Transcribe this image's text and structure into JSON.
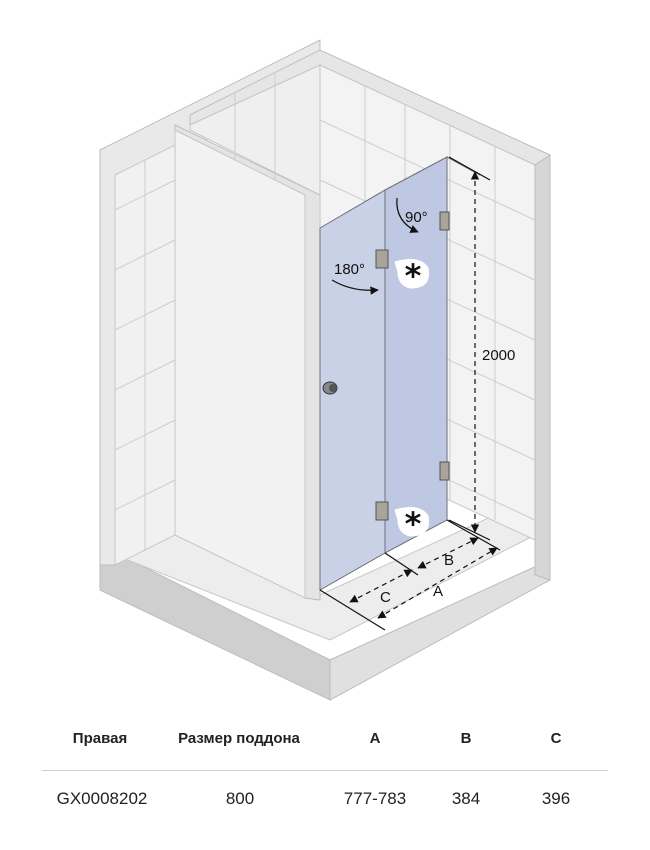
{
  "diagram": {
    "angle_fold": "90°",
    "angle_swing": "180°",
    "height": "2000",
    "dim_a": "A",
    "dim_b": "B",
    "dim_c": "C",
    "colors": {
      "glass": "#c9d1e7",
      "wall_light": "#f2f2f2",
      "wall_mid": "#e4e4e4",
      "wall_dark": "#d2d2d2",
      "tile_line": "#c8c8c8"
    }
  },
  "table": {
    "headers": [
      "Правая",
      "Размер поддона",
      "A",
      "B",
      "C"
    ],
    "rows": [
      [
        "GX0008202",
        "800",
        "777-783",
        "384",
        "396"
      ]
    ]
  }
}
